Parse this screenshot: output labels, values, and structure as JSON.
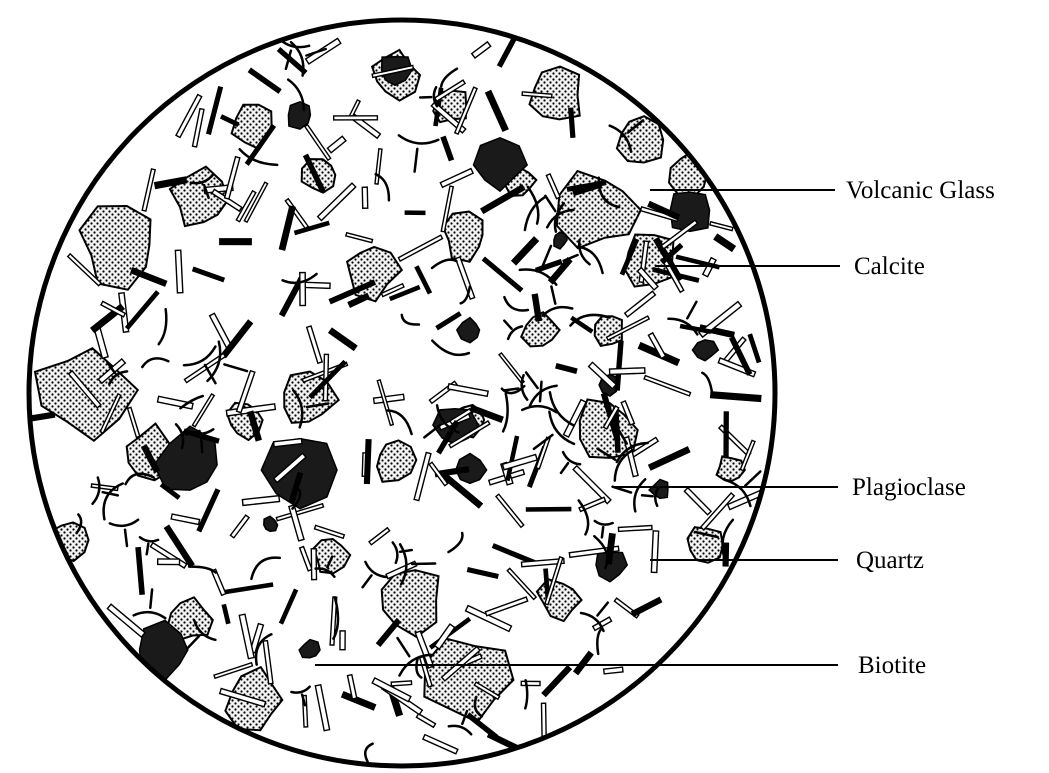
{
  "diagram": {
    "labels": [
      {
        "id": "volcanic-glass",
        "text": "Volcanic Glass"
      },
      {
        "id": "calcite",
        "text": "Calcite"
      },
      {
        "id": "plagioclase",
        "text": "Plagioclase"
      },
      {
        "id": "quartz",
        "text": "Quartz"
      },
      {
        "id": "biotite",
        "text": "Biotite"
      }
    ],
    "colors": {
      "outline": "#000000",
      "background": "#ffffff",
      "stipple": "#000000",
      "solid_grain": "#1a1a1a"
    }
  }
}
